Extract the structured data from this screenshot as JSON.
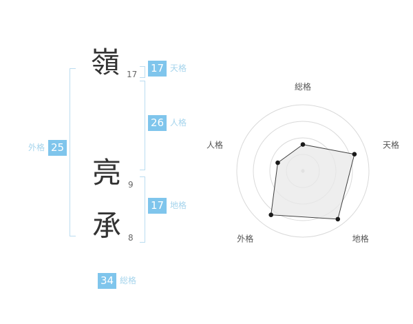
{
  "name": {
    "characters": [
      {
        "char": "嶺",
        "strokes": "17"
      },
      {
        "char": "亮",
        "strokes": "9"
      },
      {
        "char": "承",
        "strokes": "8"
      }
    ]
  },
  "grids": {
    "tenkaku": {
      "label": "天格",
      "value": "17"
    },
    "jinkaku": {
      "label": "人格",
      "value": "26"
    },
    "chikaku": {
      "label": "地格",
      "value": "17"
    },
    "gaikaku": {
      "label": "外格",
      "value": "25"
    },
    "soukaku": {
      "label": "総格",
      "value": "34"
    }
  },
  "colors": {
    "accent_box": "#7fc5ec",
    "label_text": "#a5d4ec",
    "bracket": "#badcf0",
    "kanji_text": "#333333",
    "ring": "#d9d9d9",
    "center_dot": "#c9c9c9",
    "polygon_fill": "#e8e8e8",
    "polygon_stroke": "#3c3c3c",
    "point_fill": "#1a1a1a",
    "axis_label": "#555555"
  },
  "chart_data": {
    "type": "radar",
    "categories": [
      "総格",
      "天格",
      "地格",
      "外格",
      "人格"
    ],
    "values": [
      40,
      82,
      90,
      82,
      40
    ],
    "max": 100,
    "rings": 4,
    "grid": "circular",
    "legend": "none",
    "title": ""
  }
}
